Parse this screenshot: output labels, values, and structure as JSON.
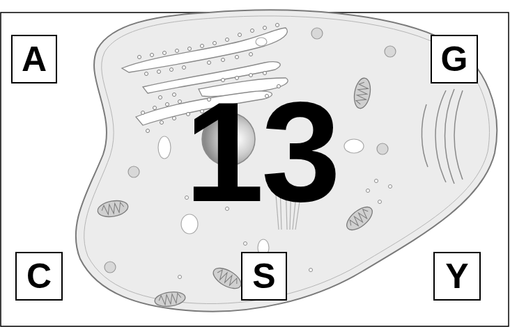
{
  "diagram": {
    "nodes": [
      {
        "text": [
          "A"
        ]
      },
      {
        "text": [
          "G"
        ]
      },
      {
        "text": [
          "C"
        ]
      },
      {
        "text": [
          "S"
        ]
      },
      {
        "text": [
          "Y"
        ]
      }
    ],
    "labels": [
      "13"
    ]
  }
}
